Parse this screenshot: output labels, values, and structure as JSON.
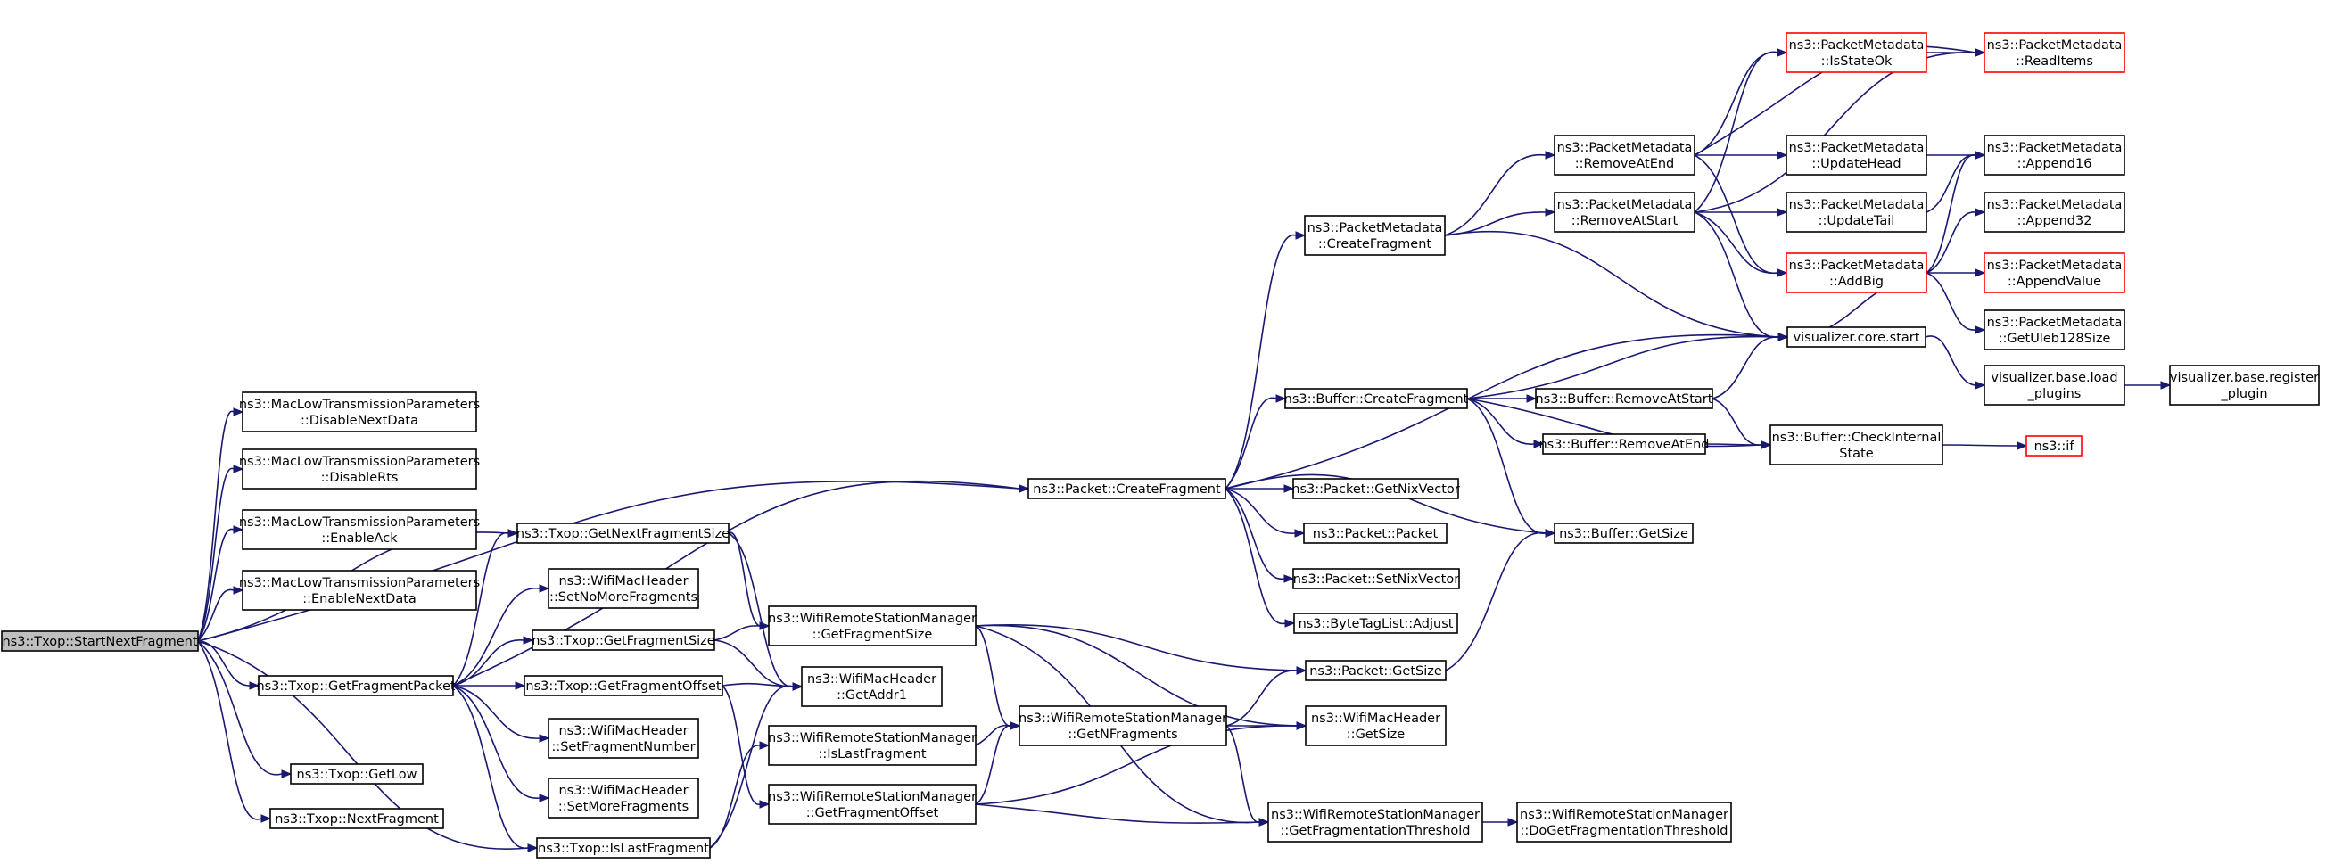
{
  "graph": {
    "colors": {
      "edge": "#191970",
      "node_border": "#000000",
      "truncated_border": "#ff0000",
      "root_fill": "#bfbfbf"
    },
    "nodes": [
      {
        "id": "startNextFragment",
        "lines": [
          "ns3::Txop::StartNextFragment"
        ],
        "style": "root",
        "clickable": false
      },
      {
        "id": "disableNextData",
        "lines": [
          "ns3::MacLowTransmissionParameters",
          "::DisableNextData"
        ],
        "style": "normal",
        "clickable": true
      },
      {
        "id": "disableRts",
        "lines": [
          "ns3::MacLowTransmissionParameters",
          "::DisableRts"
        ],
        "style": "normal",
        "clickable": true
      },
      {
        "id": "enableAck",
        "lines": [
          "ns3::MacLowTransmissionParameters",
          "::EnableAck"
        ],
        "style": "normal",
        "clickable": true
      },
      {
        "id": "enableNextData",
        "lines": [
          "ns3::MacLowTransmissionParameters",
          "::EnableNextData"
        ],
        "style": "normal",
        "clickable": true
      },
      {
        "id": "getFragmentPacket",
        "lines": [
          "ns3::Txop::GetFragmentPacket"
        ],
        "style": "normal",
        "clickable": true
      },
      {
        "id": "getLow",
        "lines": [
          "ns3::Txop::GetLow"
        ],
        "style": "normal",
        "clickable": true
      },
      {
        "id": "nextFragment",
        "lines": [
          "ns3::Txop::NextFragment"
        ],
        "style": "normal",
        "clickable": true
      },
      {
        "id": "txopGetNextFragmentSize",
        "lines": [
          "ns3::Txop::GetNextFragmentSize"
        ],
        "style": "normal",
        "clickable": true
      },
      {
        "id": "setNoMoreFragments",
        "lines": [
          "ns3::WifiMacHeader",
          "::SetNoMoreFragments"
        ],
        "style": "normal",
        "clickable": true
      },
      {
        "id": "txopGetFragmentSize",
        "lines": [
          "ns3::Txop::GetFragmentSize"
        ],
        "style": "normal",
        "clickable": true
      },
      {
        "id": "txopGetFragmentOffset",
        "lines": [
          "ns3::Txop::GetFragmentOffset"
        ],
        "style": "normal",
        "clickable": true
      },
      {
        "id": "setFragmentNumber",
        "lines": [
          "ns3::WifiMacHeader",
          "::SetFragmentNumber"
        ],
        "style": "normal",
        "clickable": true
      },
      {
        "id": "setMoreFragments",
        "lines": [
          "ns3::WifiMacHeader",
          "::SetMoreFragments"
        ],
        "style": "normal",
        "clickable": true
      },
      {
        "id": "txopIsLastFragment",
        "lines": [
          "ns3::Txop::IsLastFragment"
        ],
        "style": "normal",
        "clickable": true
      },
      {
        "id": "rsmGetFragmentSize",
        "lines": [
          "ns3::WifiRemoteStationManager",
          "::GetFragmentSize"
        ],
        "style": "normal",
        "clickable": true
      },
      {
        "id": "getAddr1",
        "lines": [
          "ns3::WifiMacHeader",
          "::GetAddr1"
        ],
        "style": "normal",
        "clickable": true
      },
      {
        "id": "rsmIsLastFragment",
        "lines": [
          "ns3::WifiRemoteStationManager",
          "::IsLastFragment"
        ],
        "style": "normal",
        "clickable": true
      },
      {
        "id": "rsmGetFragmentOffset",
        "lines": [
          "ns3::WifiRemoteStationManager",
          "::GetFragmentOffset"
        ],
        "style": "normal",
        "clickable": true
      },
      {
        "id": "packetCreateFragment",
        "lines": [
          "ns3::Packet::CreateFragment"
        ],
        "style": "normal",
        "clickable": true
      },
      {
        "id": "getNFragments",
        "lines": [
          "ns3::WifiRemoteStationManager",
          "::GetNFragments"
        ],
        "style": "normal",
        "clickable": true
      },
      {
        "id": "pmCreateFragment",
        "lines": [
          "ns3::PacketMetadata",
          "::CreateFragment"
        ],
        "style": "normal",
        "clickable": true
      },
      {
        "id": "bufCreateFragment",
        "lines": [
          "ns3::Buffer::CreateFragment"
        ],
        "style": "normal",
        "clickable": true
      },
      {
        "id": "getNixVector",
        "lines": [
          "ns3::Packet::GetNixVector"
        ],
        "style": "normal",
        "clickable": true
      },
      {
        "id": "packetCtor",
        "lines": [
          "ns3::Packet::Packet"
        ],
        "style": "normal",
        "clickable": true
      },
      {
        "id": "setNixVector",
        "lines": [
          "ns3::Packet::SetNixVector"
        ],
        "style": "normal",
        "clickable": true
      },
      {
        "id": "byteTagAdjust",
        "lines": [
          "ns3::ByteTagList::Adjust"
        ],
        "style": "normal",
        "clickable": true
      },
      {
        "id": "packetGetSize",
        "lines": [
          "ns3::Packet::GetSize"
        ],
        "style": "normal",
        "clickable": true
      },
      {
        "id": "macHeaderGetSize",
        "lines": [
          "ns3::WifiMacHeader",
          "::GetSize"
        ],
        "style": "normal",
        "clickable": true
      },
      {
        "id": "getFragmentationThreshold",
        "lines": [
          "ns3::WifiRemoteStationManager",
          "::GetFragmentationThreshold"
        ],
        "style": "normal",
        "clickable": true
      },
      {
        "id": "pmRemoveAtEnd",
        "lines": [
          "ns3::PacketMetadata",
          "::RemoveAtEnd"
        ],
        "style": "normal",
        "clickable": true
      },
      {
        "id": "pmRemoveAtStart",
        "lines": [
          "ns3::PacketMetadata",
          "::RemoveAtStart"
        ],
        "style": "normal",
        "clickable": true
      },
      {
        "id": "vizCoreStart",
        "lines": [
          "visualizer.core.start"
        ],
        "style": "normal",
        "clickable": true
      },
      {
        "id": "bufRemoveAtStart",
        "lines": [
          "ns3::Buffer::RemoveAtStart"
        ],
        "style": "normal",
        "clickable": true
      },
      {
        "id": "bufRemoveAtEnd",
        "lines": [
          "ns3::Buffer::RemoveAtEnd"
        ],
        "style": "normal",
        "clickable": true
      },
      {
        "id": "bufGetSize",
        "lines": [
          "ns3::Buffer::GetSize"
        ],
        "style": "normal",
        "clickable": true
      },
      {
        "id": "doGetFragmentationThreshold",
        "lines": [
          "ns3::WifiRemoteStationManager",
          "::DoGetFragmentationThreshold"
        ],
        "style": "normal",
        "clickable": true
      },
      {
        "id": "isStateOk",
        "lines": [
          "ns3::PacketMetadata",
          "::IsStateOk"
        ],
        "style": "truncated",
        "clickable": true
      },
      {
        "id": "updateHead",
        "lines": [
          "ns3::PacketMetadata",
          "::UpdateHead"
        ],
        "style": "normal",
        "clickable": true
      },
      {
        "id": "updateTail",
        "lines": [
          "ns3::PacketMetadata",
          "::UpdateTail"
        ],
        "style": "normal",
        "clickable": true
      },
      {
        "id": "addBig",
        "lines": [
          "ns3::PacketMetadata",
          "::AddBig"
        ],
        "style": "truncated",
        "clickable": true
      },
      {
        "id": "checkInternalState",
        "lines": [
          "ns3::Buffer::CheckInternal",
          "State"
        ],
        "style": "normal",
        "clickable": true
      },
      {
        "id": "vizBaseLoadPlugins",
        "lines": [
          "visualizer.base.load",
          "_plugins"
        ],
        "style": "normal",
        "clickable": true
      },
      {
        "id": "readItems",
        "lines": [
          "ns3::PacketMetadata",
          "::ReadItems"
        ],
        "style": "truncated",
        "clickable": true
      },
      {
        "id": "append16",
        "lines": [
          "ns3::PacketMetadata",
          "::Append16"
        ],
        "style": "normal",
        "clickable": true
      },
      {
        "id": "append32",
        "lines": [
          "ns3::PacketMetadata",
          "::Append32"
        ],
        "style": "normal",
        "clickable": true
      },
      {
        "id": "appendValue",
        "lines": [
          "ns3::PacketMetadata",
          "::AppendValue"
        ],
        "style": "truncated",
        "clickable": true
      },
      {
        "id": "getUleb128Size",
        "lines": [
          "ns3::PacketMetadata",
          "::GetUleb128Size"
        ],
        "style": "normal",
        "clickable": true
      },
      {
        "id": "nsIf",
        "lines": [
          "ns3::if"
        ],
        "style": "truncated",
        "clickable": true
      },
      {
        "id": "vizBaseRegisterPlugin",
        "lines": [
          "visualizer.base.register",
          "_plugin"
        ],
        "style": "normal",
        "clickable": true
      }
    ]
  }
}
